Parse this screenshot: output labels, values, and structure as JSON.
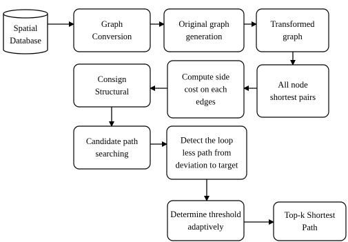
{
  "diagram": {
    "nodes": {
      "spatial_database": {
        "lines": [
          "Spatial",
          "Database"
        ],
        "shape": "cylinder"
      },
      "graph_conversion": {
        "lines": [
          "Graph",
          "Conversion"
        ],
        "shape": "rounded-rect"
      },
      "original_graph_generation": {
        "lines": [
          "Original graph",
          "generation"
        ],
        "shape": "rounded-rect"
      },
      "transformed_graph": {
        "lines": [
          "Transformed",
          "graph"
        ],
        "shape": "rounded-rect"
      },
      "all_node_shortest_pairs": {
        "lines": [
          "All node",
          "shortest pairs"
        ],
        "shape": "rounded-rect"
      },
      "compute_side_cost": {
        "lines": [
          "Compute side",
          "cost on each",
          "edges"
        ],
        "shape": "rounded-rect"
      },
      "consign_structural": {
        "lines": [
          "Consign",
          "Structural"
        ],
        "shape": "rounded-rect"
      },
      "candidate_path_searching": {
        "lines": [
          "Candidate path",
          "searching"
        ],
        "shape": "rounded-rect"
      },
      "detect_loop_less_path": {
        "lines": [
          "Detect the loop",
          "less path from",
          "deviation to target"
        ],
        "shape": "rounded-rect"
      },
      "determine_threshold": {
        "lines": [
          "Determine threshold",
          "adaptively"
        ],
        "shape": "rounded-rect"
      },
      "top_k_shortest_path": {
        "lines": [
          "Top-k Shortest",
          "Path"
        ],
        "shape": "rounded-rect"
      }
    },
    "edges": [
      [
        "spatial_database",
        "graph_conversion"
      ],
      [
        "graph_conversion",
        "original_graph_generation"
      ],
      [
        "original_graph_generation",
        "transformed_graph"
      ],
      [
        "transformed_graph",
        "all_node_shortest_pairs"
      ],
      [
        "all_node_shortest_pairs",
        "compute_side_cost"
      ],
      [
        "compute_side_cost",
        "consign_structural"
      ],
      [
        "consign_structural",
        "candidate_path_searching"
      ],
      [
        "candidate_path_searching",
        "detect_loop_less_path"
      ],
      [
        "detect_loop_less_path",
        "determine_threshold"
      ],
      [
        "determine_threshold",
        "top_k_shortest_path"
      ]
    ]
  }
}
